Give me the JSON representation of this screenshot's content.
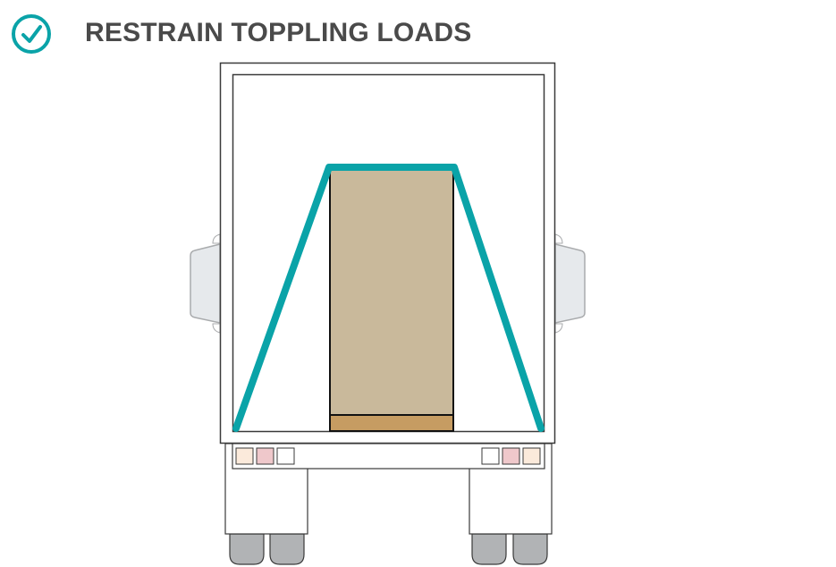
{
  "header": {
    "title": "RESTRAIN TOPPLING LOADS",
    "icon": "check-circle-icon"
  },
  "colors": {
    "accent": "#0aa3a8",
    "title_text": "#4a4a4a",
    "load_box": "#c9b99b",
    "pallet": "#c69c62",
    "mirror": "#e6e9ec",
    "tyre": "#b1b3b5",
    "light_amber": "#fbeadb",
    "light_red": "#efc8cb",
    "light_white": "#ffffff"
  },
  "diagram": {
    "subject": "truck-rear-view",
    "elements": [
      "truck-body",
      "load-box",
      "pallet",
      "tie-down-strap",
      "side-mirrors",
      "tail-lights",
      "rear-wheels"
    ]
  }
}
